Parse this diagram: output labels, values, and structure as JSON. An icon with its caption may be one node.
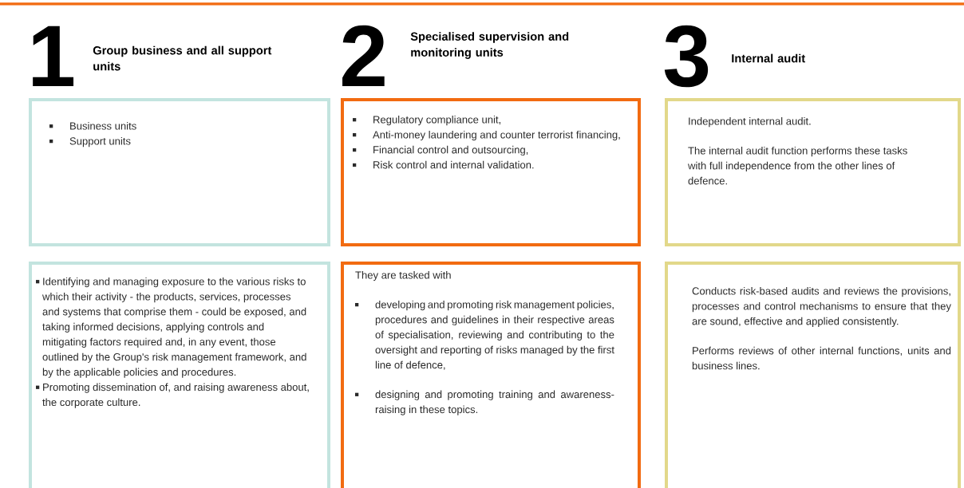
{
  "diagram": {
    "nodes": [
      {
        "text": [
          "Business units",
          "Support units"
        ]
      },
      {
        "text": [
          "Regulatory compliance unit,",
          "Anti-money laundering and counter terrorist financing,",
          "Financial control and outsourcing,",
          "Risk control and internal validation."
        ]
      },
      {
        "text": [
          "Independent internal audit.",
          "The internal audit function performs these tasks with full independence from the other lines of defence."
        ]
      },
      {
        "text": [
          "Identifying and managing exposure to the various risks to which their activity - the products, services, processes and systems that comprise them - could be exposed, and taking informed decisions, applying controls and mitigating factors required and, in any event, those outlined by the Group's risk management framework, and by the applicable policies and procedures.",
          "Promoting dissemination of, and raising awareness about, the corporate culture."
        ]
      },
      {
        "text": [
          "They are tasked with",
          "developing and promoting risk management policies, procedures and guidelines in their respective areas of specialisation, reviewing and contributing to the oversight and reporting of risks managed by the first line of defence,",
          "designing and promoting training and awareness-raising in these topics."
        ]
      },
      {
        "text": [
          "Conducts risk-based audits and reviews the provisions, processes and control mechanisms to ensure that they are sound, effective and applied consistently.",
          "Performs reviews of other internal functions, units and business lines."
        ]
      }
    ],
    "labels": [
      "1",
      "Group business and all support units",
      "2",
      "Specialised supervision and monitoring units",
      "3",
      "Internal audit"
    ]
  }
}
